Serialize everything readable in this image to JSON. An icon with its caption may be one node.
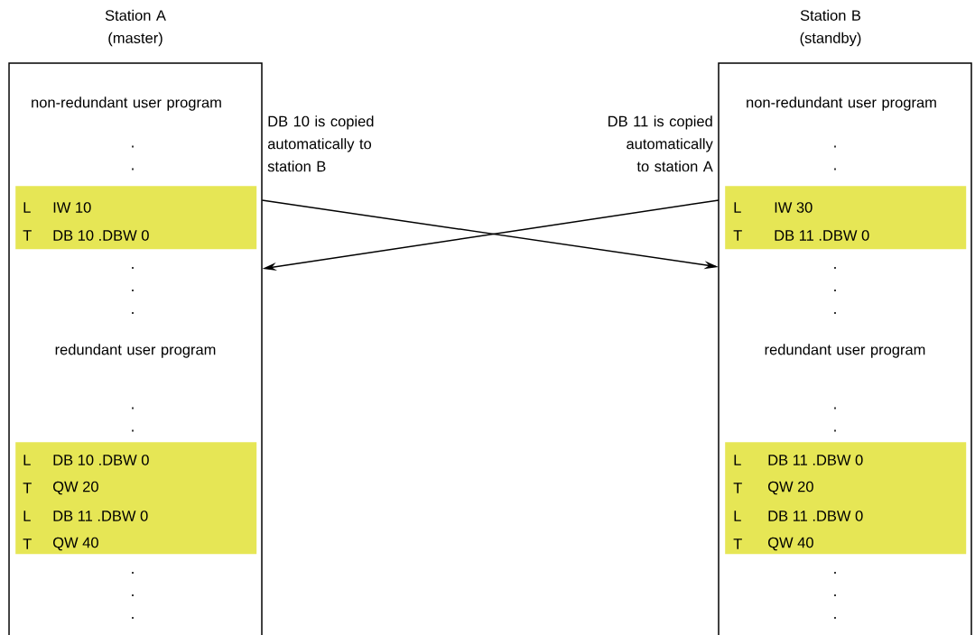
{
  "diagram": {
    "nodes": [
      {
        "text": [
          "Station A (master)",
          "non-redundant user program",
          ". .",
          ". . .",
          "redundant user program",
          ". .",
          ". . ."
        ]
      },
      {
        "text": [
          "L",
          "IW 10",
          "T",
          "DB 10 .DBW 0"
        ],
        "in": 0
      },
      {
        "text": [
          "L",
          "DB 10 .DBW 0",
          "T",
          "QW 20",
          "L",
          "DB 11 .DBW 0",
          "T",
          "QW 40"
        ],
        "in": 0
      },
      {
        "text": [
          "Station B (standby)",
          "non-redundant user program",
          ". .",
          ". . .",
          "redundant user program",
          ". .",
          ". . ."
        ]
      },
      {
        "text": [
          "L",
          "IW 30",
          "T",
          "DB 11 .DBW 0"
        ],
        "in": 3
      },
      {
        "text": [
          "L",
          "DB 11 .DBW 0",
          "T",
          "QW 20",
          "L",
          "DB 11 .DBW 0",
          "T",
          "QW 40"
        ],
        "in": 3
      }
    ],
    "edges": [
      {
        "from": 0,
        "to": 3,
        "arrow": "to",
        "label": "DB 10 is copied automatically to station B"
      },
      {
        "from": 3,
        "to": 0,
        "arrow": "to",
        "label": "DB 11 is copied automatically to station A"
      }
    ]
  }
}
